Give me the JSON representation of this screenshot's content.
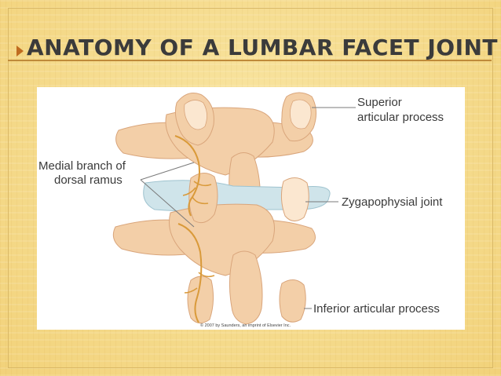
{
  "slide": {
    "title": "ANATOMY OF A LUMBAR FACET JOINT"
  },
  "figure": {
    "labels": {
      "superior_line1": "Superior",
      "superior_line2": "articular process",
      "medial_line1": "Medial branch of",
      "medial_line2": "dorsal ramus",
      "zygapophysial": "Zygapophysial joint",
      "inferior": "Inferior articular process"
    },
    "copyright": "© 2007 by Saunders, an imprint of Elsevier Inc."
  },
  "colors": {
    "background": "#f5dc8a",
    "title_text": "#3b3b3b",
    "accent_rule": "#bf8a3a",
    "bone": "#f3cfa8",
    "bone_edge": "#d9a57b",
    "cartilage": "#cfe4ea",
    "nerve": "#d99a3a"
  }
}
